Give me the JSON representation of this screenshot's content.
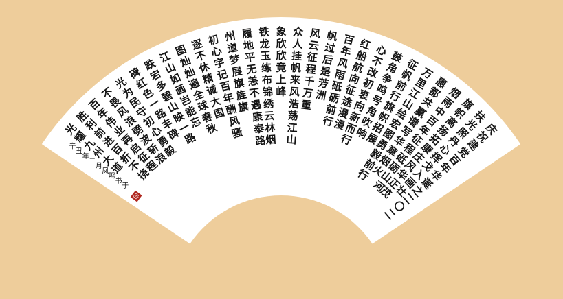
{
  "colors": {
    "background": "#eecd9b",
    "paper": "#ffffff",
    "ink": "#141414",
    "seal": "#b0261e"
  },
  "poem": {
    "columns": [
      "庆祝建党百年华诞之二〇二",
      "扶光照丹心 挥戈入画壮",
      "旗帜高扬拓康庄 风华正茂",
      "烟雨中 百年征程砥砺 山河",
      "惠都共赢 谱写华章 烟火",
      "万里江山 绘宏图 勇毅前行",
      "征帆前行 旗帜招展",
      "鼓角争鸣 号角吹响",
      "心不改初衷 向新而行",
      "红船航向 征途漫漫",
      "百年风雨 砥砺前行",
      "帆过后 是芳洲",
      "风云征程 千万重",
      "众人挂帆 来风浩荡 江山",
      "象欣欣 竟上峰",
      "铁龙玉练 布锦绣 云林烟",
      "履地平 无恙不遇 康泰路",
      "州道梦 展旗 旌旗",
      "初心宇 记百年 酬风骚",
      "逐不休 精诚 大国",
      "图灿灿 遍全球 春秋",
      "江山如画 岂能忘",
      "跌宕多 碧山映 一路",
      "碑 红色 一路丰碑",
      "光 为民 守初心 勇毅",
      "不畏风浪 劈波斩浪",
      "百年伟业 再启征程",
      "胜利 前进 百折不挠",
      "光耀 九州 大道"
    ],
    "signature": "辛丑年二月 凤鸣书于",
    "seal_label": "印"
  }
}
